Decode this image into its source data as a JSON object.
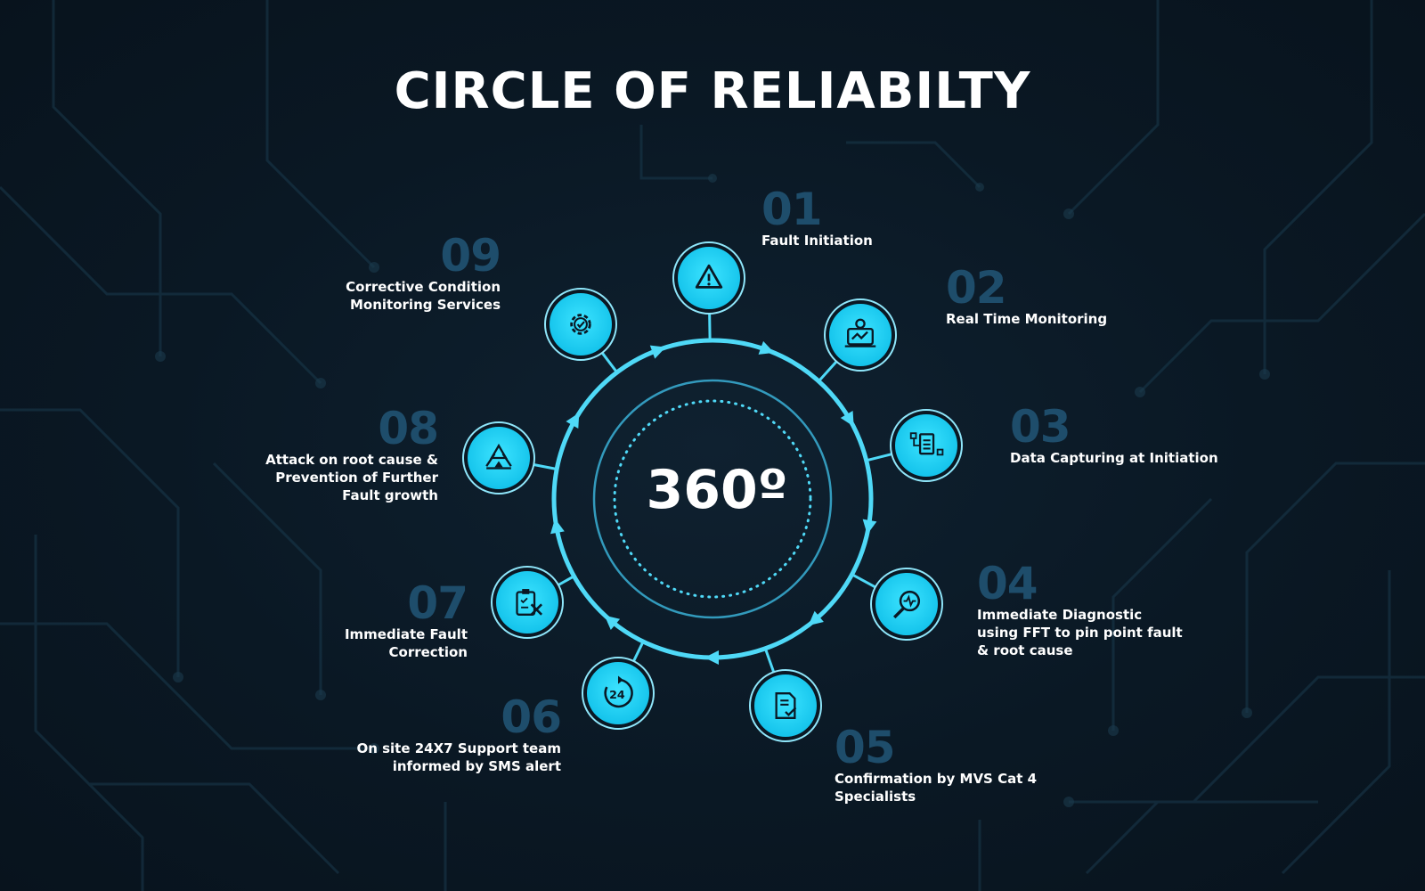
{
  "title": "CIRCLE OF RELIABILTY",
  "center": "360º",
  "colors": {
    "accent": "#1fd1f5",
    "ring": "#4fd9f7",
    "number": "#1e4d6b",
    "background": "#0a1824"
  },
  "steps": [
    {
      "num": "01",
      "label": "Fault Initiation",
      "icon": "warning-icon"
    },
    {
      "num": "02",
      "label": "Real Time Monitoring",
      "icon": "monitor-gear-icon"
    },
    {
      "num": "03",
      "label": "Data Capturing at Initiation",
      "icon": "document-flow-icon"
    },
    {
      "num": "04",
      "label": "Immediate Diagnostic\nusing FFT to pin point fault\n& root cause",
      "icon": "magnify-pulse-icon"
    },
    {
      "num": "05",
      "label": "Confirmation by MVS Cat 4\nSpecialists",
      "icon": "document-check-icon"
    },
    {
      "num": "06",
      "label": "On site 24X7 Support team\ninformed by SMS alert",
      "icon": "24-hour-icon"
    },
    {
      "num": "07",
      "label": "Immediate Fault\nCorrection",
      "icon": "clipboard-tools-icon"
    },
    {
      "num": "08",
      "label": "Attack on root cause &\nPrevention of Further\nFault growth",
      "icon": "recycle-icon"
    },
    {
      "num": "09",
      "label": "Corrective Condition\nMonitoring Services",
      "icon": "gear-check-icon"
    }
  ]
}
